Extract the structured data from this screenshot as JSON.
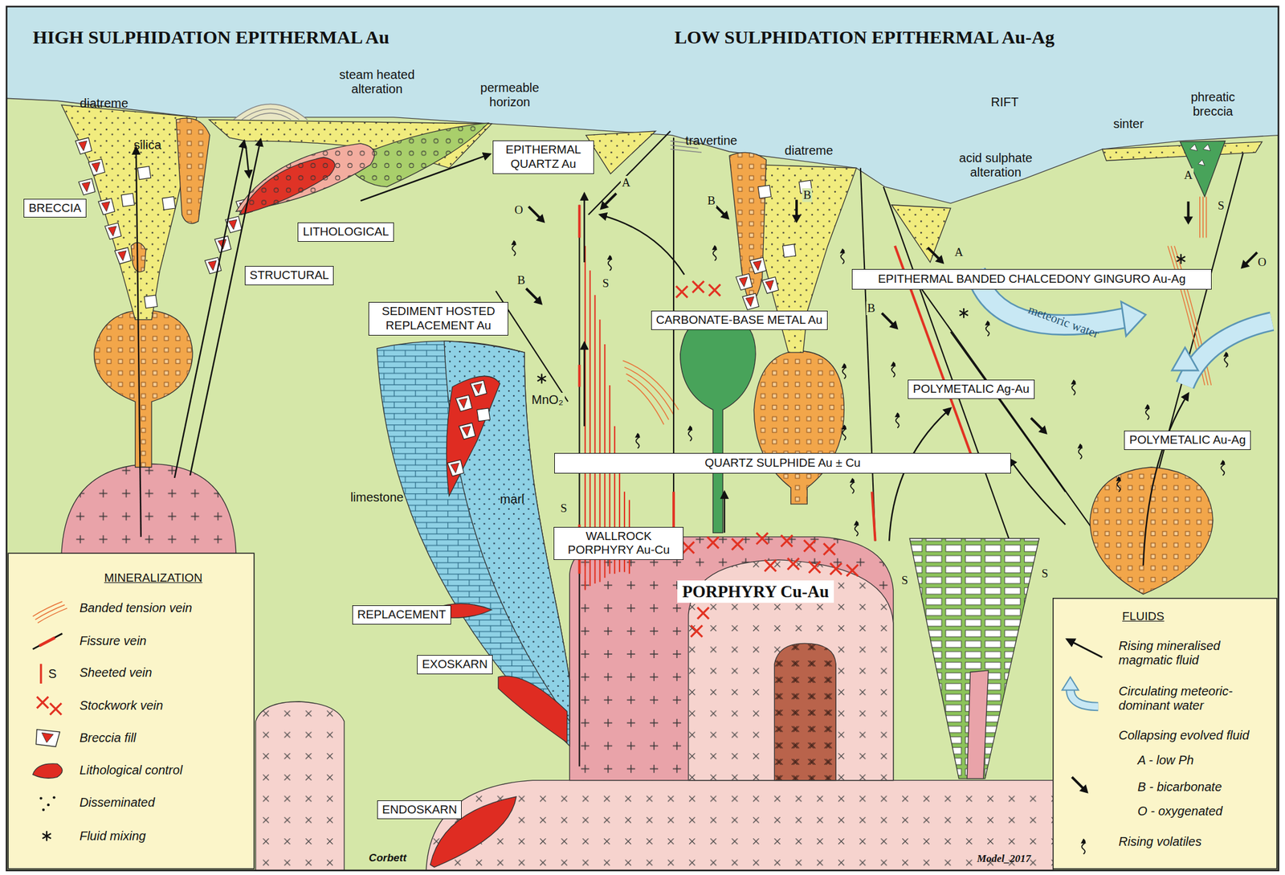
{
  "diagram": {
    "nodes": [
      {
        "text": [
          "BRECCIA"
        ]
      },
      {
        "text": [
          "LITHOLOGICAL"
        ]
      },
      {
        "text": [
          "STRUCTURAL"
        ]
      },
      {
        "text": [
          "EPITHERMAL QUARTZ Au"
        ]
      },
      {
        "text": [
          "SEDIMENT HOSTED REPLACEMENT Au"
        ]
      },
      {
        "text": [
          "CARBONATE-BASE METAL Au"
        ]
      },
      {
        "text": [
          "EPITHERMAL BANDED CHALCEDONY GINGURO Au-Ag"
        ]
      },
      {
        "text": [
          "POLYMETALIC Ag-Au"
        ]
      },
      {
        "text": [
          "QUARTZ SULPHIDE Au ± Cu"
        ]
      },
      {
        "text": [
          "POLYMETALIC Au-Ag"
        ]
      },
      {
        "text": [
          "WALLROCK PORPHYRY Au-Cu"
        ]
      },
      {
        "text": [
          "PORPHYRY Cu-Au"
        ]
      },
      {
        "text": [
          "REPLACEMENT"
        ]
      },
      {
        "text": [
          "EXOSKARN"
        ]
      },
      {
        "text": [
          "ENDOSKARN"
        ]
      }
    ],
    "labels": [
      "HIGH SULPHIDATION EPITHERMAL Au",
      "LOW SULPHIDATION EPITHERMAL Au-Ag",
      "diatreme",
      "silica",
      "steam heated alteration",
      "permeable horizon",
      "travertine",
      "diatreme",
      "RIFT",
      "acid sulphate alteration",
      "sinter",
      "phreatic breccia",
      "meteoric water",
      "limestone",
      "marl",
      "MnO₂",
      "O",
      "A",
      "B",
      "S",
      "S",
      "B",
      "B",
      "A",
      "B",
      "A",
      "S",
      "O",
      "S",
      "S",
      "MINERALIZATION",
      "S",
      "FLUIDS",
      "Corbett",
      "Model_2017"
    ],
    "legend": [
      {
        "text": "Banded tension vein"
      },
      {
        "text": "Fissure vein"
      },
      {
        "text": "Sheeted vein"
      },
      {
        "text": "Stockwork vein"
      },
      {
        "text": "Breccia fill"
      },
      {
        "text": "Lithological control"
      },
      {
        "text": "Disseminated"
      },
      {
        "text": "Fluid mixing"
      },
      {
        "text": "Rising mineralised magmatic fluid"
      },
      {
        "text": "Circulating meteoric-dominant water"
      },
      {
        "text": "Collapsing evolved fluid"
      },
      {
        "text": "A - low Ph"
      },
      {
        "text": "B - bicarbonate"
      },
      {
        "text": "O - oxygenated"
      },
      {
        "text": "Rising volatiles"
      }
    ]
  }
}
